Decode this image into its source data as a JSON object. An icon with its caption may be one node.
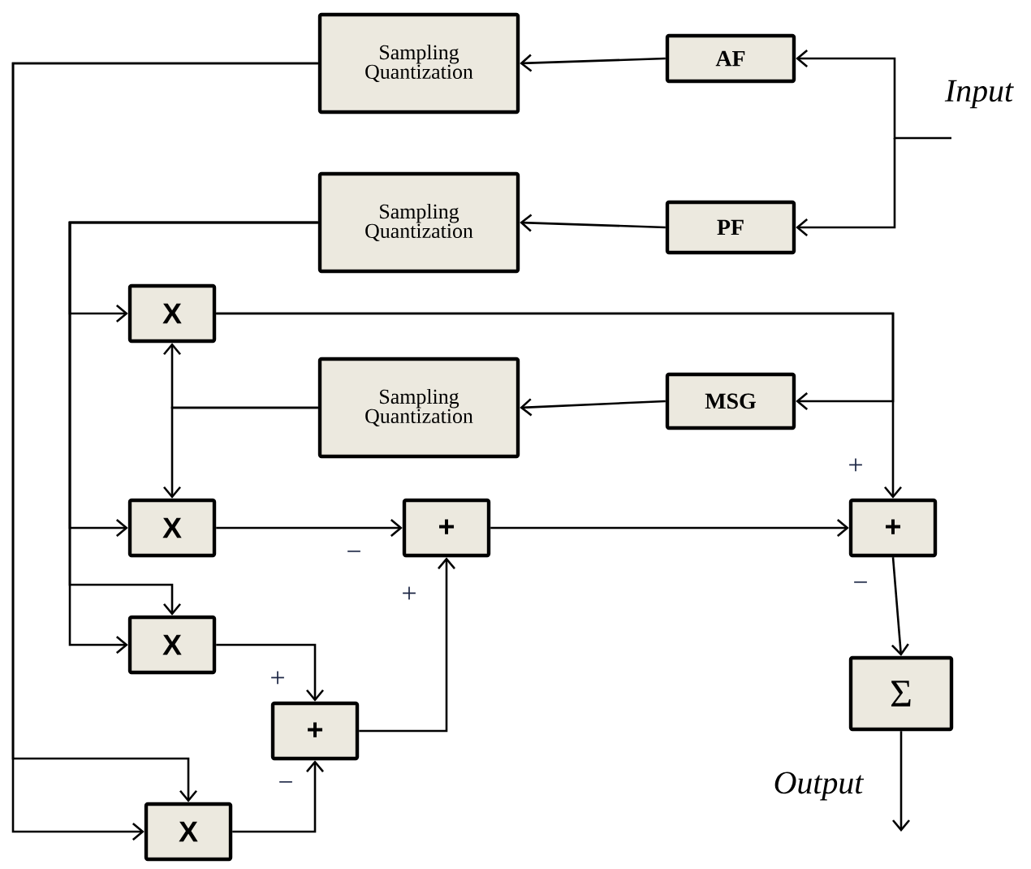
{
  "diagram": {
    "nodes": [
      {
        "text": [
          "Sampling Quantization"
        ]
      },
      {
        "text": [
          "AF"
        ]
      },
      {
        "text": [
          "Sampling Quantization"
        ]
      },
      {
        "text": [
          "PF"
        ]
      },
      {
        "text": [
          "X"
        ]
      },
      {
        "text": [
          "Sampling Quantization"
        ]
      },
      {
        "text": [
          "MSG"
        ]
      },
      {
        "text": [
          "X"
        ]
      },
      {
        "text": [
          "+"
        ]
      },
      {
        "text": [
          "+"
        ]
      },
      {
        "text": [
          "X"
        ]
      },
      {
        "text": [
          "Σ"
        ]
      },
      {
        "text": [
          "+"
        ]
      },
      {
        "text": [
          "X"
        ]
      }
    ],
    "edges": [
      {
        "from": null,
        "to": 1,
        "arrow": "to",
        "label": "Input"
      },
      {
        "from": null,
        "to": 3,
        "arrow": "to"
      },
      {
        "from": 1,
        "to": 0,
        "arrow": "to"
      },
      {
        "from": 3,
        "to": 2,
        "arrow": "to"
      },
      {
        "from": 4,
        "to": 9,
        "arrow": "to"
      },
      {
        "from": 4,
        "to": 6,
        "arrow": "to"
      },
      {
        "from": 6,
        "to": 5,
        "arrow": "to"
      },
      {
        "from": 0,
        "to": 13,
        "arrow": "to"
      },
      {
        "from": 0,
        "to": 13,
        "arrow": "to"
      },
      {
        "from": 2,
        "to": 4,
        "arrow": "to"
      },
      {
        "from": 2,
        "to": 7,
        "arrow": "to"
      },
      {
        "from": 2,
        "to": 10,
        "arrow": "to"
      },
      {
        "from": 2,
        "to": 10,
        "arrow": "to"
      },
      {
        "from": 5,
        "to": 4,
        "arrow": "to"
      },
      {
        "from": 5,
        "to": 7,
        "arrow": "to"
      },
      {
        "from": 7,
        "to": 8,
        "arrow": "to"
      },
      {
        "from": 8,
        "to": 9,
        "arrow": "to"
      },
      {
        "from": 12,
        "to": 8,
        "arrow": "to"
      },
      {
        "from": 10,
        "to": 12,
        "arrow": "to"
      },
      {
        "from": 13,
        "to": 12,
        "arrow": "to"
      },
      {
        "from": 9,
        "to": 11,
        "arrow": "to"
      },
      {
        "from": 11,
        "to": null,
        "arrow": "to",
        "label": "Output"
      }
    ],
    "labels": [
      "−",
      "+",
      "+",
      "−",
      "+",
      "−"
    ]
  }
}
